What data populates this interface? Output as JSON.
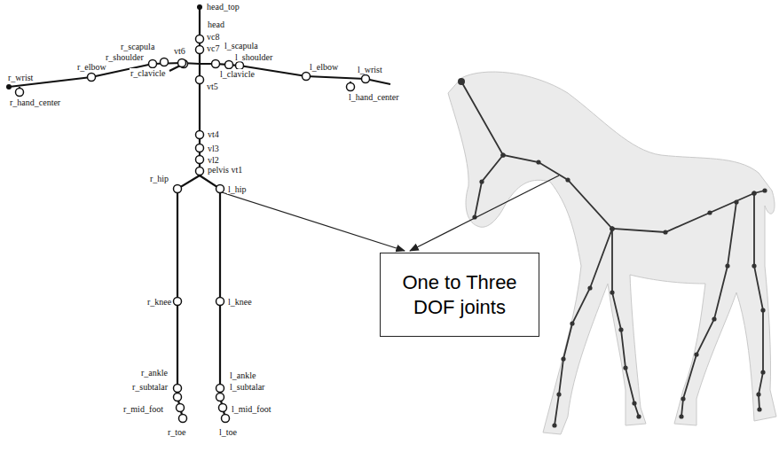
{
  "diagram": {
    "nodes": [
      {
        "text": [
          "One to Three DOF joints"
        ]
      }
    ],
    "labels": [
      "head_top",
      "head",
      "vc8",
      "vc7",
      "r_scapula",
      "l_scapula",
      "r_shoulder",
      "vt6",
      "l_shoulder",
      "r_clavicle",
      "l_clavicle",
      "vt5",
      "r_elbow",
      "l_elbow",
      "r_wrist",
      "l_wrist",
      "r_hand_center",
      "l_hand_center",
      "vt4",
      "vl3",
      "vl2",
      "pelvis vt1",
      "r_hip",
      "l_hip",
      "r_knee",
      "l_knee",
      "r_ankle",
      "l_ankle",
      "r_subtalar",
      "l_subtalar",
      "r_mid_foot",
      "l_mid_foot",
      "r_toe",
      "l_toe"
    ]
  }
}
